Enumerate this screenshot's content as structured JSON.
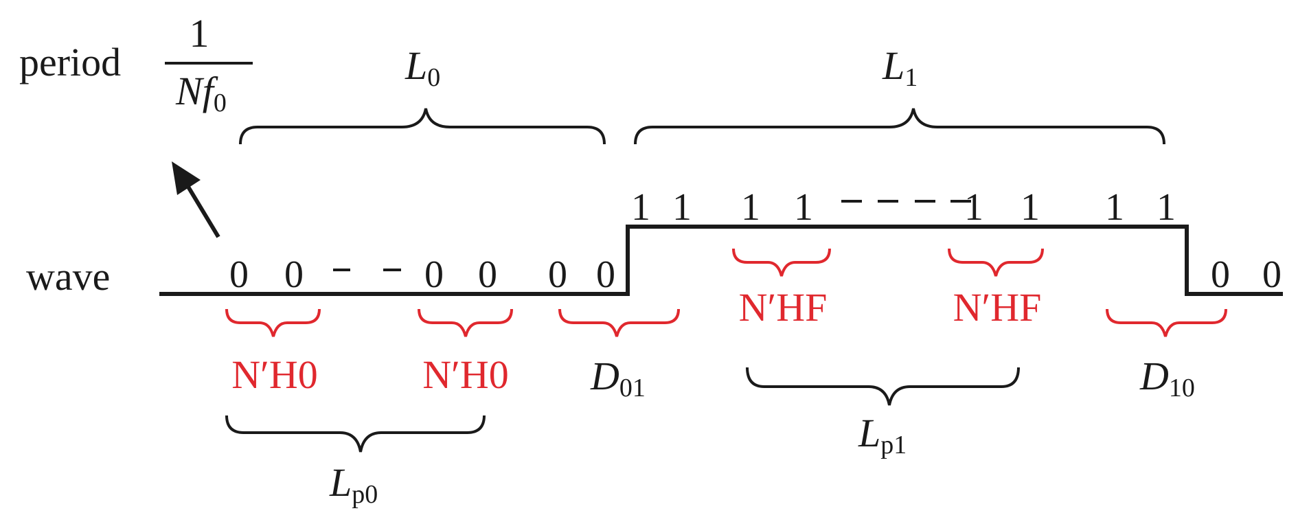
{
  "labels": {
    "period": "period",
    "wave": "wave",
    "fraction_num": "1",
    "fraction_den_N": "N",
    "fraction_den_f": "f",
    "fraction_den_sub": "0"
  },
  "top_braces": {
    "L0": {
      "main": "L",
      "sub": "0"
    },
    "L1": {
      "main": "L",
      "sub": "1"
    }
  },
  "bits_low": [
    "0",
    "0",
    "0",
    "0",
    "0",
    "0"
  ],
  "bits_high": [
    "1",
    "1",
    "1",
    "1",
    "1",
    "1",
    "1",
    "1"
  ],
  "bits_tail": [
    "0",
    "0"
  ],
  "red_labels": {
    "nh0_left": "N′H0",
    "nh0_right": "N′H0",
    "nhf_left": "N′HF",
    "nhf_right": "N′HF"
  },
  "delays": {
    "D01": {
      "main": "D",
      "sub": "01"
    },
    "D10": {
      "main": "D",
      "sub": "10"
    }
  },
  "bottom_braces": {
    "Lp0": {
      "main": "L",
      "sub": "p0"
    },
    "Lp1": {
      "main": "L",
      "sub": "p1"
    }
  },
  "colors": {
    "ink": "#1a1a1a",
    "accent": "#e0282e"
  }
}
